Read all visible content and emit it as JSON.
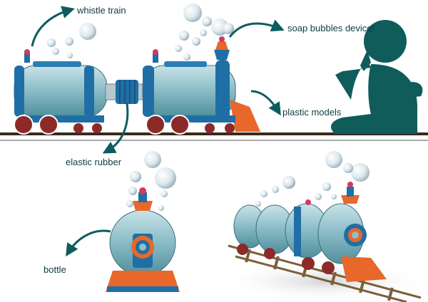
{
  "labels": {
    "whistle_train": "whistle train",
    "soap_bubbles_device": "soap bubbles device!",
    "plastic_models": "plastic models",
    "elastic_rubber": "elastic rubber",
    "bottle": "bottle"
  },
  "colors": {
    "label_text": "#0f3b41",
    "arrow": "#0d5c5f",
    "silhouette": "#0f5c5b",
    "train_body": "#7fb6c2",
    "train_trim": "#1f6fa6",
    "chimney_red": "#d23a5c",
    "cowcatcher_orange": "#e8672a",
    "track": "#7a5f3a",
    "wheel": "#8c2a2a"
  }
}
